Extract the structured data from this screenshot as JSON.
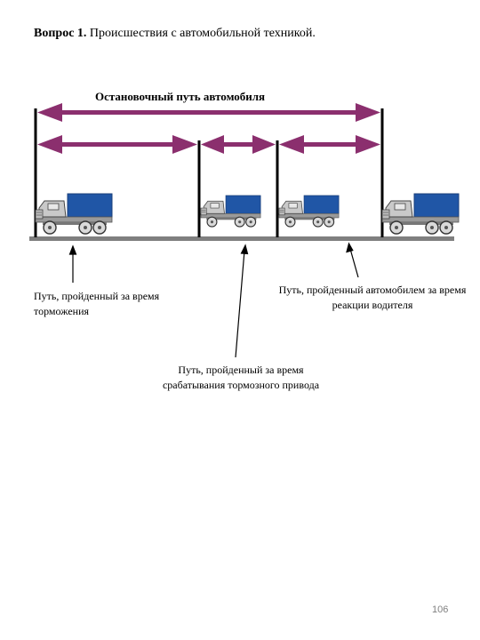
{
  "question": {
    "number": "Вопрос 1.",
    "text": "Происшествия с автомобильной техникой."
  },
  "diagram": {
    "label": "Остановочный путь автомобиля",
    "captions": {
      "braking": "Путь, пройденный за время торможения",
      "reaction": "Путь, пройденный автомобилем за время реакции водителя",
      "drive": "Путь, пройденный за время срабатывания тормозного привода"
    },
    "colors": {
      "arrow": "#8B2F6E",
      "truck_cargo": "#2056A6",
      "truck_body": "#C9C9C9",
      "road": "#7F7F7F"
    }
  },
  "footer": {
    "page_number": "106"
  }
}
